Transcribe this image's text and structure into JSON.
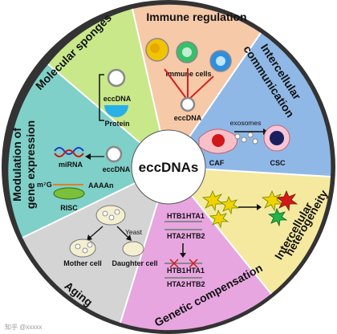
{
  "center": {
    "label": "eccDNAs"
  },
  "segments": {
    "immune": {
      "title": "Immune regulation",
      "cells_label": "Immune cells",
      "eccdna_label": "eccDNA",
      "color": "#f6c9a8"
    },
    "intercellular": {
      "title_line1": "Intercellular",
      "title_line2": "communication",
      "exosomes": "exosomes",
      "caf": "CAF",
      "csc": "CSC",
      "color": "#8fb8e6"
    },
    "heterogeneity": {
      "title_line1": "Intercellular",
      "title_line2": "heterogeneity",
      "color": "#f5e9a0"
    },
    "genetic": {
      "title": "Genetic compensation",
      "row1": [
        "HTB1",
        "HTA1"
      ],
      "row2": [
        "HTA2",
        "HTB2"
      ],
      "row3": [
        "HTB1",
        "HTA1"
      ],
      "row4": [
        "HTA2",
        "HTB2"
      ],
      "color": "#e7a6e0"
    },
    "aging": {
      "title": "Aging",
      "yeast": "Yeast",
      "mother": "Mother cell",
      "daughter": "Daughter cell",
      "color": "#d4d4d4"
    },
    "modulation": {
      "title_line1": "Modulation of",
      "title_line2": "gene expression",
      "mirna": "miRNA",
      "eccdna": "eccDNA",
      "m7g": "m⁷G",
      "aaaa": "AAAAn",
      "risc": "RISC",
      "color": "#7fd0c8"
    },
    "sponges": {
      "title": "Molecular sponges",
      "eccdna": "eccDNA",
      "protein": "Protein",
      "color": "#c8e88a"
    }
  },
  "watermark": "知乎 @xxxxx"
}
